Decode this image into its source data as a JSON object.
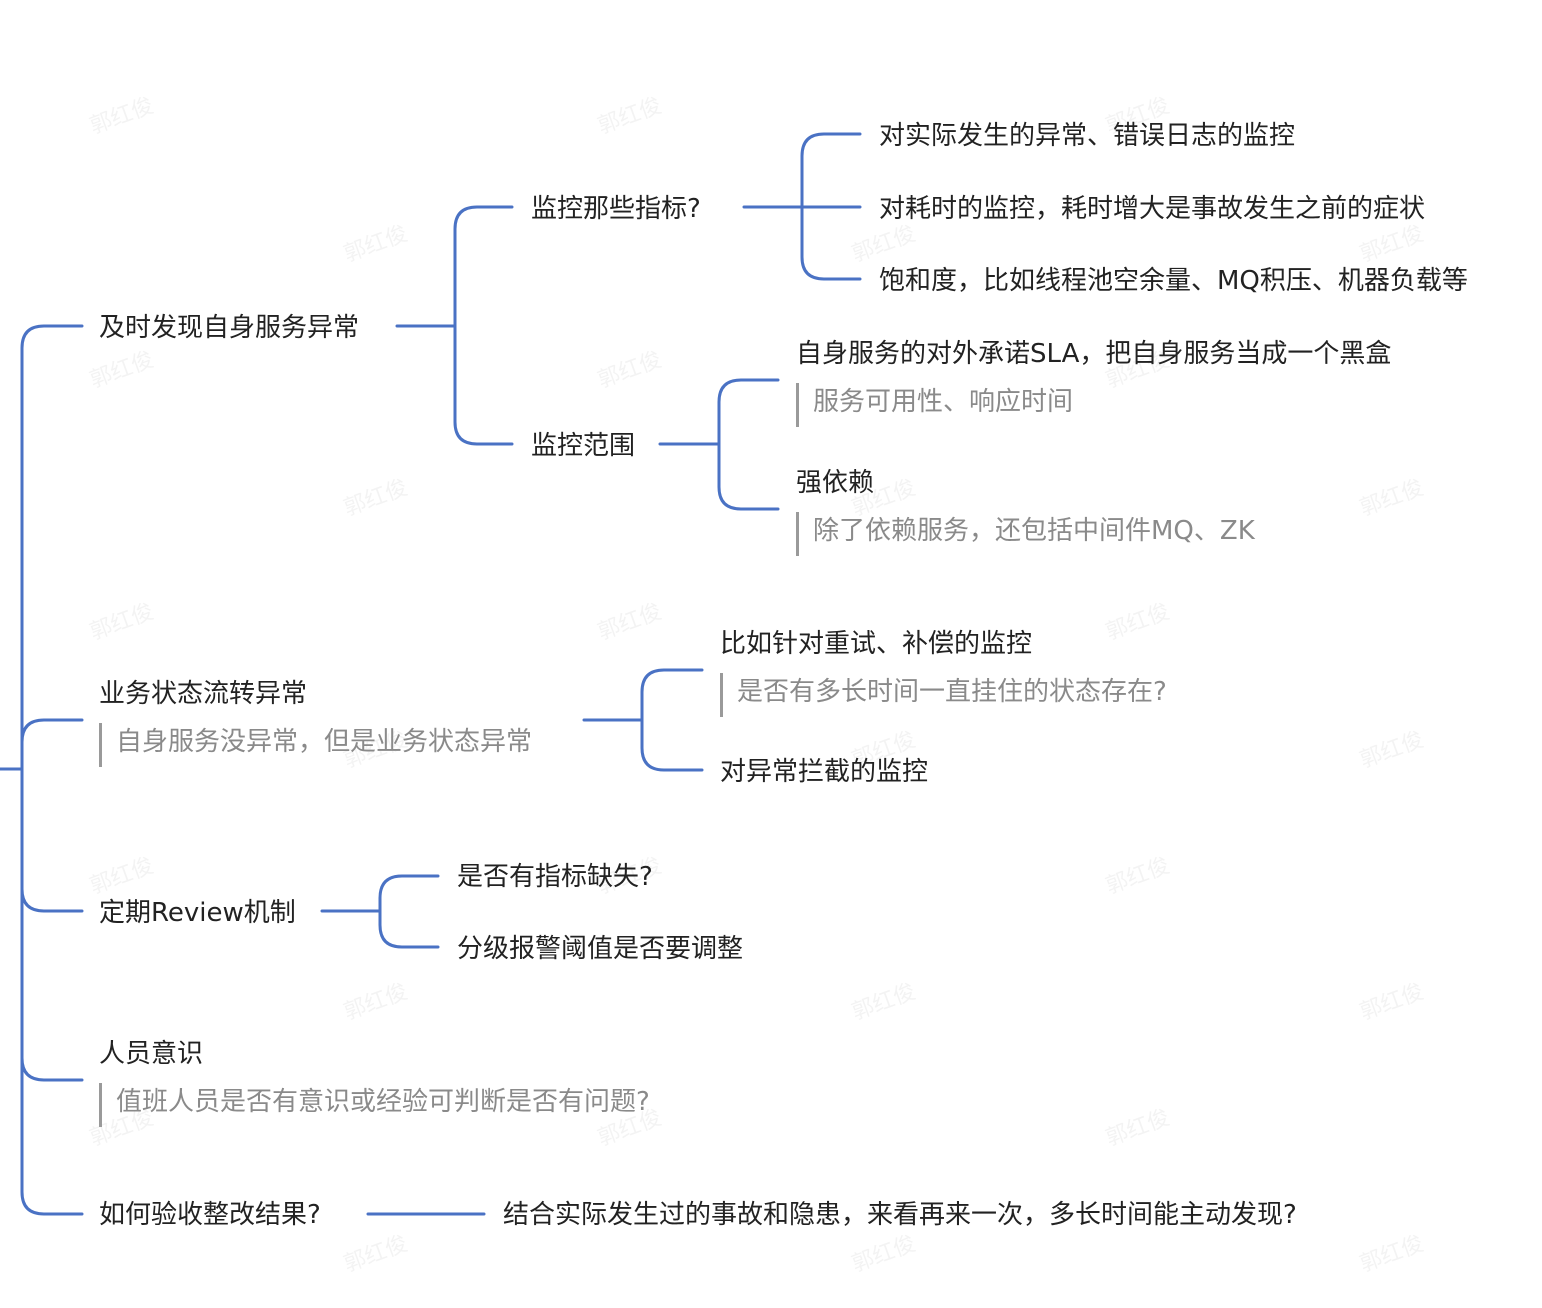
{
  "theme": {
    "line_color": "#4a72c4",
    "text_color": "#222222",
    "note_color": "#8a8a8a"
  },
  "watermark": "郭红俊",
  "mindmap": {
    "timely": {
      "label": "及时发现自身服务异常",
      "metrics": {
        "label": "监控那些指标?",
        "items": [
          "对实际发生的异常、错误日志的监控",
          "对耗时的监控，耗时增大是事故发生之前的症状",
          "饱和度，比如线程池空余量、MQ积压、机器负载等"
        ]
      },
      "scope": {
        "label": "监控范围",
        "self": {
          "label": "自身服务的对外承诺SLA，把自身服务当成一个黑盒",
          "note": "服务可用性、响应时间"
        },
        "strong": {
          "label": "强依赖",
          "note": "除了依赖服务，还包括中间件MQ、ZK"
        }
      }
    },
    "business": {
      "label": "业务状态流转异常",
      "note": "自身服务没异常，但是业务状态异常",
      "retry": {
        "label": "比如针对重试、补偿的监控",
        "note": "是否有多长时间一直挂住的状态存在?"
      },
      "intercept": {
        "label": "对异常拦截的监控"
      }
    },
    "review": {
      "label": "定期Review机制",
      "items": [
        "是否有指标缺失?",
        "分级报警阈值是否要调整"
      ]
    },
    "staff": {
      "label": "人员意识",
      "note": "值班人员是否有意识或经验可判断是否有问题?"
    },
    "verify": {
      "label": "如何验收整改结果?",
      "answer": "结合实际发生过的事故和隐患，来看再来一次，多长时间能主动发现?"
    }
  }
}
